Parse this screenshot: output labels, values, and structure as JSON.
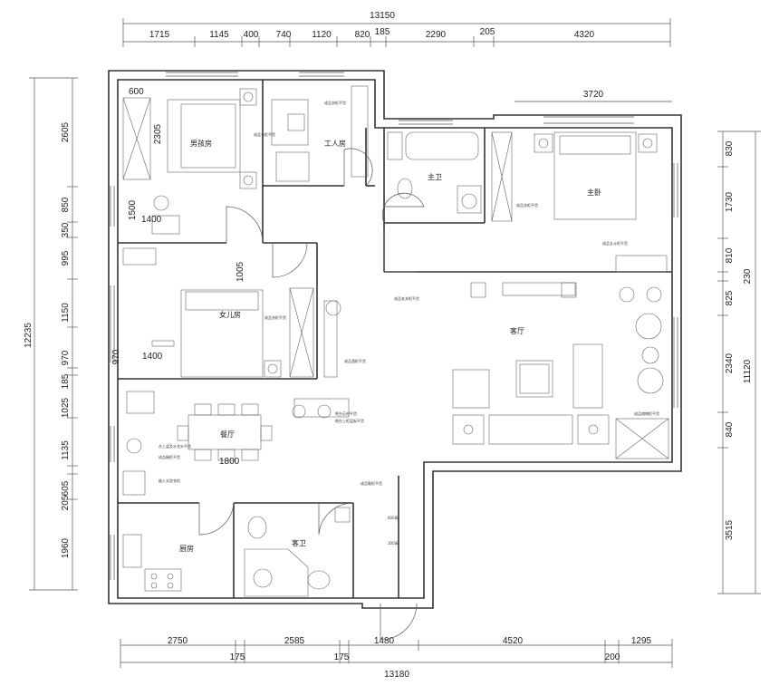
{
  "dims_top": {
    "total": "13150",
    "segments": [
      "1715",
      "1145",
      "400",
      "740",
      "1120",
      "820",
      "185",
      "2290",
      "205",
      "4320"
    ],
    "inner": "3720"
  },
  "dims_bottom": {
    "total": "13180",
    "row1": [
      "2750",
      "2585",
      "1480",
      "4520",
      "1295"
    ],
    "row2": [
      "175",
      "175",
      "200"
    ]
  },
  "dims_left": {
    "total": "12235",
    "segments": [
      "2605",
      "850",
      "350",
      "995",
      "1150",
      "970",
      "185",
      "1025",
      "1135",
      "205",
      "605",
      "1960"
    ]
  },
  "dims_right": {
    "total": "11120",
    "segments": [
      "830",
      "1730",
      "810",
      "230",
      "825",
      "2340",
      "840",
      "3515"
    ]
  },
  "inner_dims": {
    "boys_w": "600",
    "boys_h": "2305",
    "boys_d1": "1500",
    "boys_d2": "1400",
    "girls_h": "1005",
    "girls_d": "970",
    "girls_w": "1400",
    "dining_w": "1800"
  },
  "rooms": {
    "boys": "男孩房",
    "worker": "工人房",
    "master_bath": "主卫",
    "master_bed": "主卧",
    "girls": "女儿房",
    "living": "客厅",
    "dining": "餐厅",
    "kitchen": "厨房",
    "guest_bath": "客卫"
  },
  "notes": {
    "n1": "成品衣柜平货",
    "n2": "成品衣柜平货",
    "n3": "成品衣柜平货",
    "n4": "成品五斗柜平货",
    "n5": "成品玄关柜平货",
    "n6": "成品衣柜平货",
    "n7": "成品酒柜平货",
    "n8": "吧台石材平货",
    "n9": "吧台上柜层板平货",
    "n10": "成品储物柜平货",
    "n11": "台上盆及水龙头平货",
    "n12": "成品橱柜平货",
    "n13": "嵌入式洗衣机",
    "n14": "成品鞋柜平货",
    "n15": "600高",
    "n16": "300高"
  }
}
